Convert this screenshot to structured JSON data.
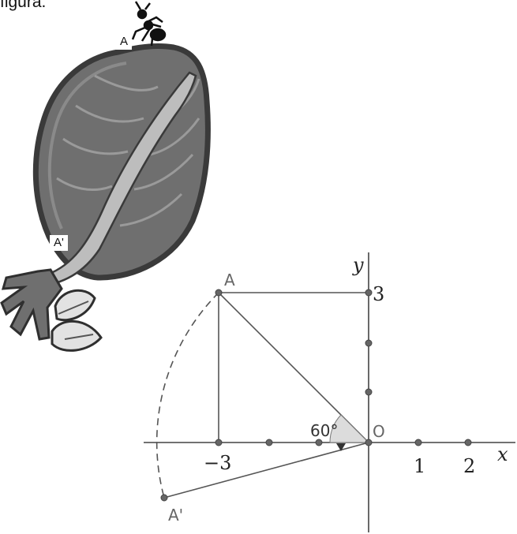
{
  "caption": "figura.",
  "leaf": {
    "label_start": "A",
    "label_end": "A'"
  },
  "diagram": {
    "point_a": "A",
    "point_a_prime": "A'",
    "origin": "O",
    "angle_label": "60°",
    "x_axis_name": "x",
    "y_axis_name": "y",
    "tick_labels": {
      "x_neg3": "−3",
      "x_1": "1",
      "x_2": "2",
      "y_3": "3"
    },
    "colors": {
      "leaf_fill": "#6f6f6f",
      "leaf_edge": "#3a3a3a",
      "vein": "#bdbdbd",
      "axis": "#444444"
    }
  }
}
